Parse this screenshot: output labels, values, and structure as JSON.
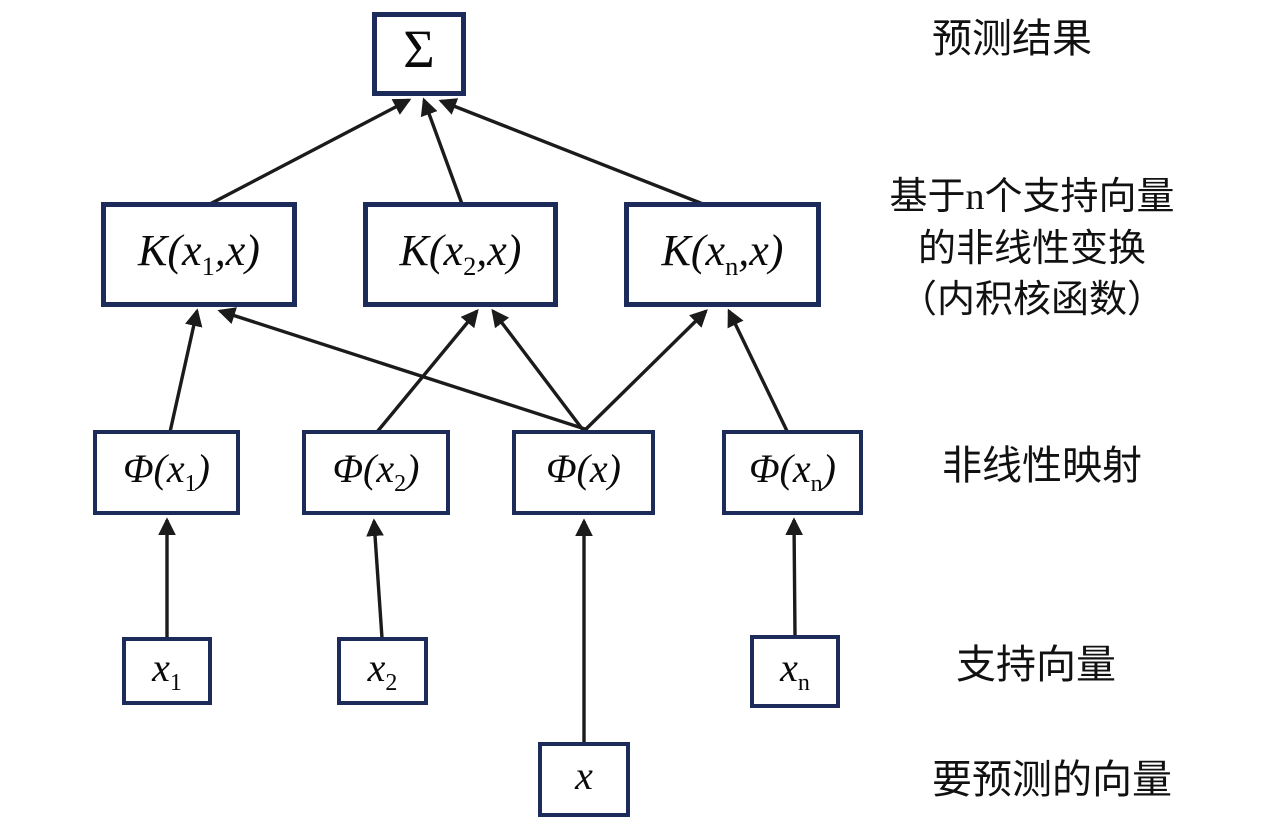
{
  "colors": {
    "box_border": "#1c2b5a",
    "arrow": "#1b1b1b",
    "text": "#111111",
    "background": "#ffffff"
  },
  "nodes": {
    "sum": {
      "pre": "Σ",
      "sub": "",
      "post": ""
    },
    "k1": {
      "pre": "K(x",
      "sub": "1",
      "post": ",x)"
    },
    "k2": {
      "pre": "K(x",
      "sub": "2",
      "post": ",x)"
    },
    "kn": {
      "pre": "K(x",
      "sub": "n",
      "post": ",x)"
    },
    "phi1": {
      "pre": "Φ(x",
      "sub": "1",
      "post": ")"
    },
    "phi2": {
      "pre": "Φ(x",
      "sub": "2",
      "post": ")"
    },
    "phix": {
      "pre": "Φ(x",
      "sub": "",
      "post": ")"
    },
    "phin": {
      "pre": "Φ(x",
      "sub": "n",
      "post": ")"
    },
    "x1": {
      "pre": "x",
      "sub": "1",
      "post": ""
    },
    "x2": {
      "pre": "x",
      "sub": "2",
      "post": ""
    },
    "xn": {
      "pre": "x",
      "sub": "n",
      "post": ""
    },
    "xq": {
      "pre": "x",
      "sub": "",
      "post": ""
    }
  },
  "annotations": {
    "prediction": "预测结果",
    "kernel_line1": "基于n个支持向量",
    "kernel_line2": "的非线性变换",
    "kernel_line3": "（内积核函数）",
    "mapping": "非线性映射",
    "support_vectors": "支持向量",
    "query_vector": "要预测的向量"
  },
  "edges": [
    {
      "from": "k1",
      "to": "sum"
    },
    {
      "from": "k2",
      "to": "sum"
    },
    {
      "from": "kn",
      "to": "sum"
    },
    {
      "from": "phi1",
      "to": "k1"
    },
    {
      "from": "phix",
      "to": "k1"
    },
    {
      "from": "phi2",
      "to": "k2"
    },
    {
      "from": "phix",
      "to": "k2"
    },
    {
      "from": "phix",
      "to": "kn"
    },
    {
      "from": "phin",
      "to": "kn"
    },
    {
      "from": "x1",
      "to": "phi1"
    },
    {
      "from": "x2",
      "to": "phi2"
    },
    {
      "from": "xn",
      "to": "phin"
    },
    {
      "from": "xq",
      "to": "phix"
    }
  ]
}
